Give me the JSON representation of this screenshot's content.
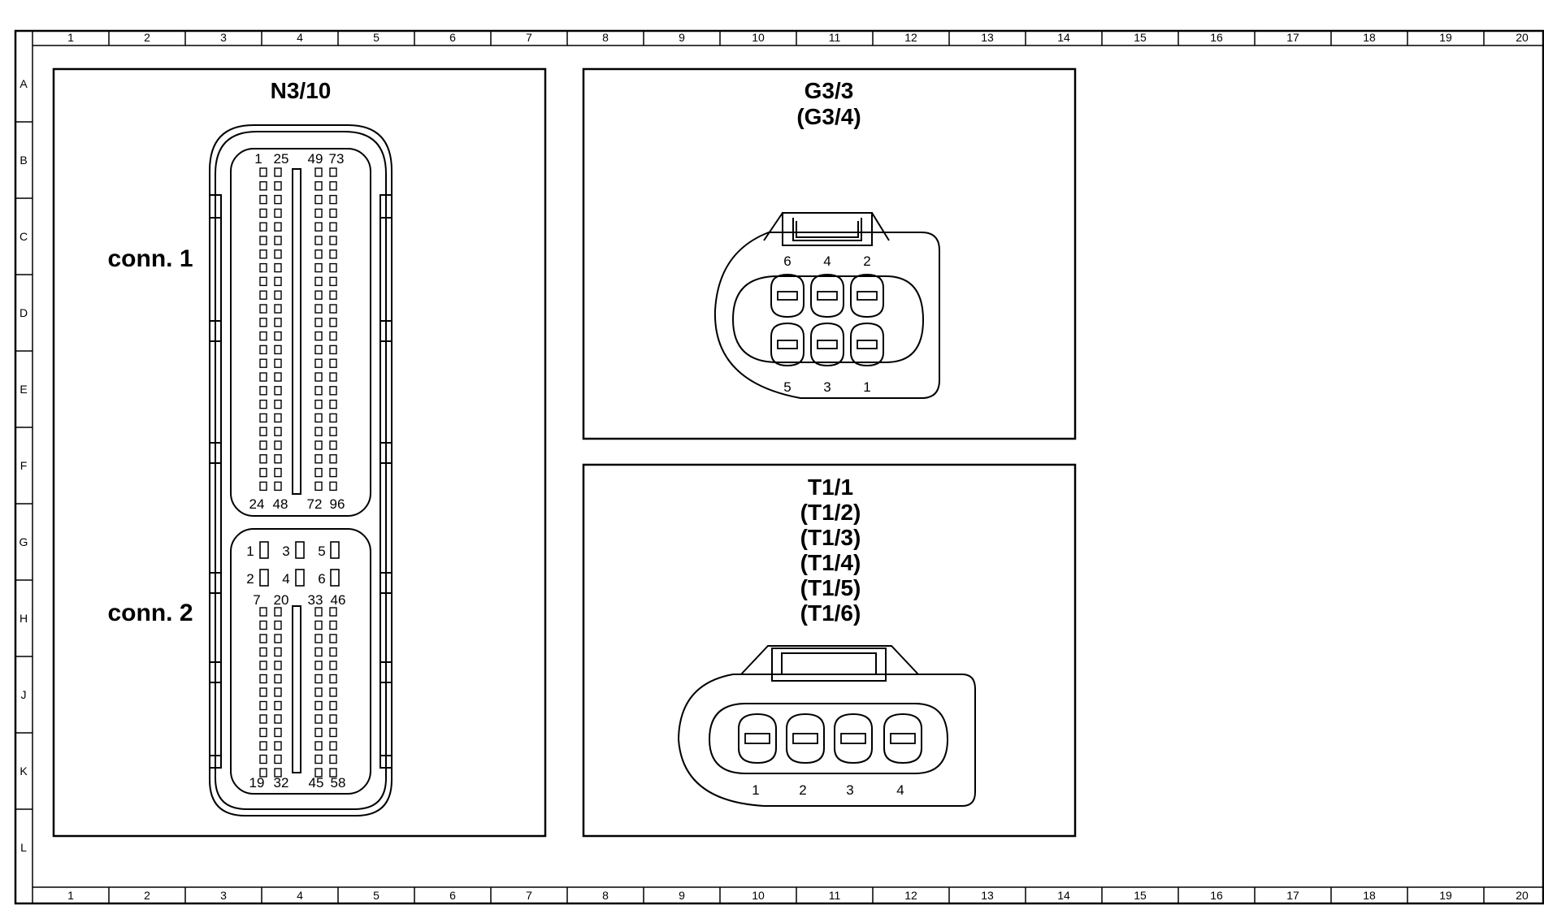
{
  "grid": {
    "columns": [
      "1",
      "2",
      "3",
      "4",
      "5",
      "6",
      "7",
      "8",
      "9",
      "10",
      "11",
      "12",
      "13",
      "14",
      "15",
      "16",
      "17",
      "18",
      "19",
      "20"
    ],
    "rows": [
      "A",
      "B",
      "C",
      "D",
      "E",
      "F",
      "G",
      "H",
      "J",
      "K",
      "L"
    ]
  },
  "ecu": {
    "title": "N3/10",
    "conn1_label": "conn. 1",
    "conn2_label": "conn. 2",
    "conn1_top_pins": [
      "1",
      "25",
      "49",
      "73"
    ],
    "conn1_bottom_pins": [
      "24",
      "48",
      "72",
      "96"
    ],
    "conn2_small_pins": [
      "1",
      "3",
      "5",
      "2",
      "4",
      "6"
    ],
    "conn2_top_pins": [
      "7",
      "20",
      "33",
      "46"
    ],
    "conn2_bottom_pins": [
      "19",
      "32",
      "45",
      "58"
    ]
  },
  "sensor6": {
    "title_lines": [
      "G3/3",
      "(G3/4)"
    ],
    "top_pins": [
      "6",
      "4",
      "2"
    ],
    "bottom_pins": [
      "5",
      "3",
      "1"
    ]
  },
  "sensor4": {
    "title_lines": [
      "T1/1",
      "(T1/2)",
      "(T1/3)",
      "(T1/4)",
      "(T1/5)",
      "(T1/6)"
    ],
    "pins": [
      "1",
      "2",
      "3",
      "4"
    ]
  }
}
